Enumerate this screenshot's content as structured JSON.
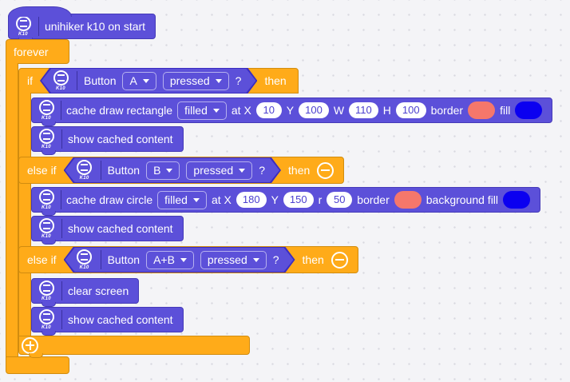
{
  "colors": {
    "block_purple": "#5c50d9",
    "block_orange": "#ffab19",
    "border_swatch": "#f5776b",
    "fill_swatch": "#0b00f0"
  },
  "icons": {
    "k10_label": "K10"
  },
  "hat_block": {
    "label": "unihiker k10 on start"
  },
  "forever_block": {
    "label": "forever"
  },
  "if_block": {
    "if_label": "if",
    "else_if_label": "else if",
    "then_label": "then",
    "condition_prefix": "Button",
    "question_mark": "?",
    "branches": [
      {
        "button": "A",
        "state": "pressed"
      },
      {
        "button": "B",
        "state": "pressed"
      },
      {
        "button": "A+B",
        "state": "pressed"
      }
    ]
  },
  "draw_rectangle_block": {
    "label": "cache draw rectangle",
    "mode": "filled",
    "at_x_label": "at X",
    "x": "10",
    "y_label": "Y",
    "y": "100",
    "w_label": "W",
    "w": "110",
    "h_label": "H",
    "h": "100",
    "border_label": "border",
    "fill_label": "fill"
  },
  "draw_circle_block": {
    "label": "cache draw circle",
    "mode": "filled",
    "at_x_label": "at X",
    "x": "180",
    "y_label": "Y",
    "y": "150",
    "r_label": "r",
    "r": "50",
    "border_label": "border",
    "fill_label": "background fill"
  },
  "show_cached_block": {
    "label": "show cached content"
  },
  "clear_screen_block": {
    "label": "clear screen"
  }
}
